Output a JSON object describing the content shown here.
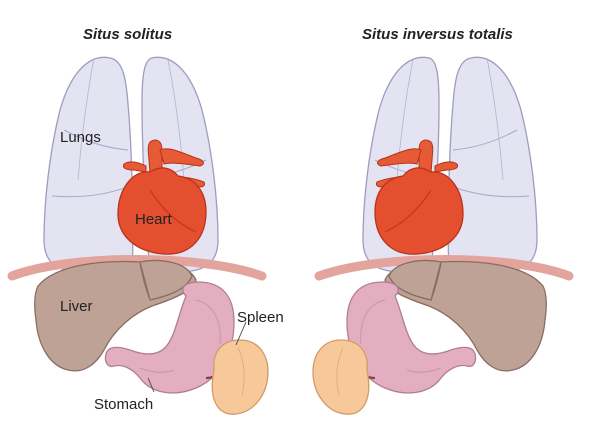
{
  "titles": {
    "left": "Situs solitus",
    "right": "Situs inversus totalis"
  },
  "labels": {
    "lungs": "Lungs",
    "heart": "Heart",
    "liver": "Liver",
    "spleen": "Spleen",
    "stomach": "Stomach"
  },
  "colors": {
    "lungs_fill": "#e4e3f2",
    "lungs_stroke": "#9e9cc0",
    "heart_fill": "#e4502f",
    "heart_stroke": "#b8321a",
    "liver_fill": "#bfa296",
    "liver_stroke": "#8a6d62",
    "stomach_fill": "#e3aec0",
    "stomach_stroke": "#b07e92",
    "spleen_fill": "#f6c89a",
    "spleen_stroke": "#d39a67",
    "diaphragm": "#e2a49c",
    "vessel": "#7a4b3a"
  }
}
